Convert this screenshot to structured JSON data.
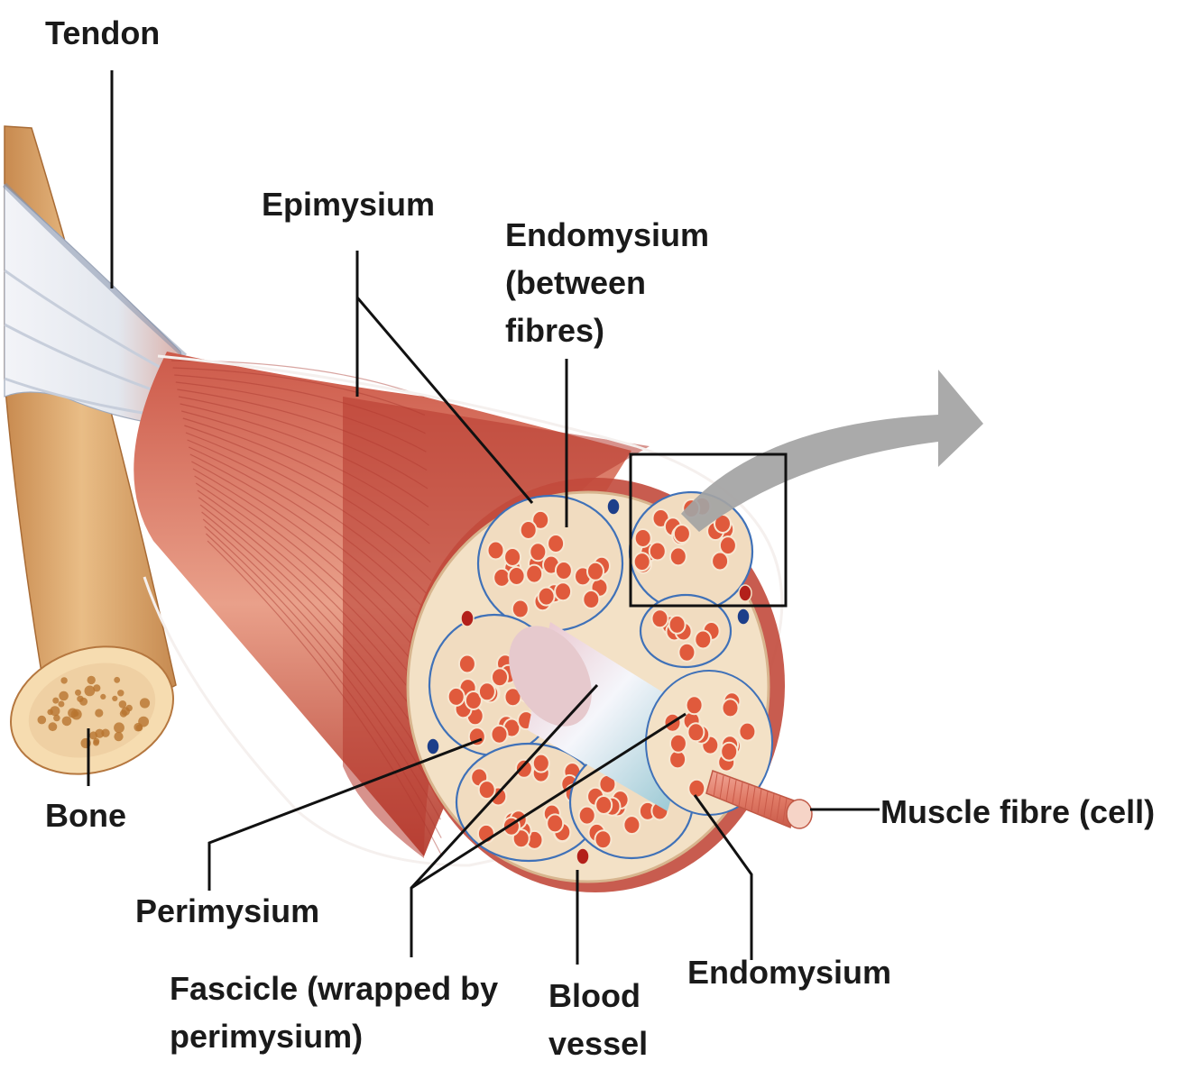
{
  "labels": {
    "tendon": "Tendon",
    "epimysium": "Epimysium",
    "endomysium_between": [
      "Endomysium",
      "(between",
      "fibres)"
    ],
    "bone": "Bone",
    "muscle_fibre": "Muscle fibre (cell)",
    "perimysium": "Perimysium",
    "fascicle": [
      "Fascicle (wrapped by",
      "perimysium)"
    ],
    "blood_vessel": [
      "Blood",
      "vessel"
    ],
    "endomysium": "Endomysium"
  },
  "colors": {
    "muscle": "#c9564a",
    "muscle_dark": "#a8372f",
    "tendon": "#dfe4ec",
    "bone": "#d9a56b",
    "fascicle": "#f1dcc0",
    "fibre": "#e05a3c",
    "perimysium_line": "#3f71b8",
    "blood_vessel_red": "#b3201a",
    "blood_vessel_blue": "#1d3f8a",
    "arrow": "#a3a3a3",
    "leader": "#111111"
  }
}
